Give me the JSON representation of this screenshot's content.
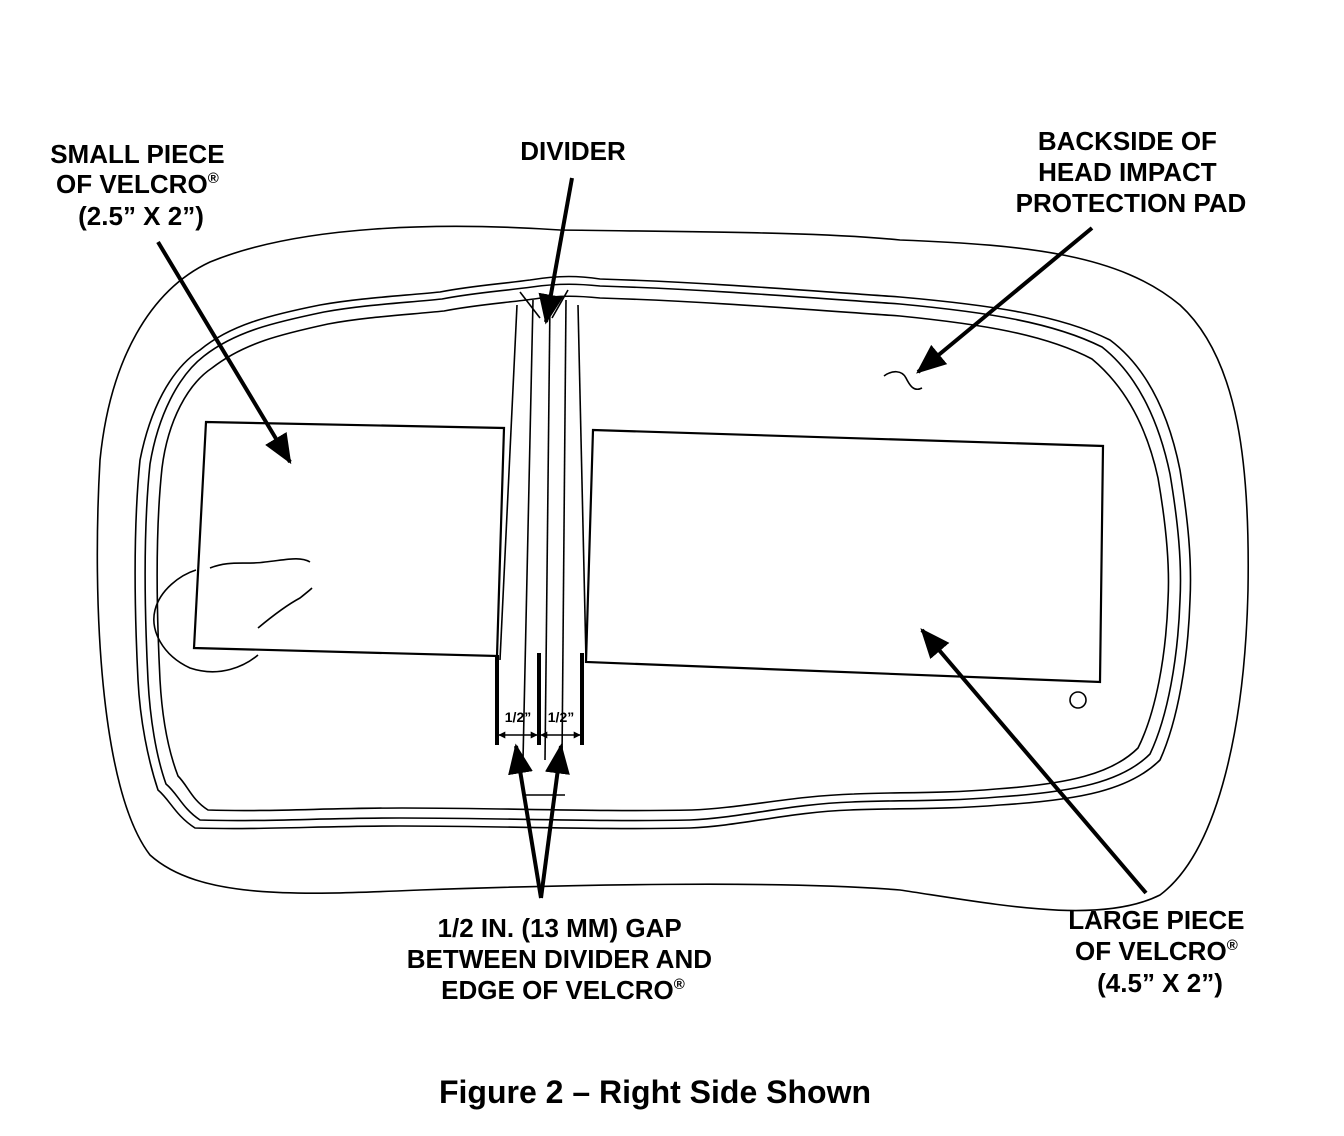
{
  "labels": {
    "small_piece": {
      "line1": "SMALL PIECE",
      "line2": "OF VELCRO",
      "line2_mark": "®",
      "line3": "(2.5” X 2”)"
    },
    "divider": "DIVIDER",
    "backside": {
      "line1": "BACKSIDE OF",
      "line2": "HEAD IMPACT",
      "line3": "PROTECTION PAD"
    },
    "gap": {
      "line1": "1/2 IN. (13 MM) GAP",
      "line2": "BETWEEN DIVIDER AND",
      "line3": "EDGE OF VELCRO",
      "line3_mark": "®"
    },
    "large_piece": {
      "line1": "LARGE PIECE",
      "line2": "OF VELCRO",
      "line2_mark": "®",
      "line3": "(4.5” X 2”)"
    },
    "dim_left": "1/2”",
    "dim_right": "1/2”"
  },
  "caption": "Figure 2 – Right Side Shown"
}
